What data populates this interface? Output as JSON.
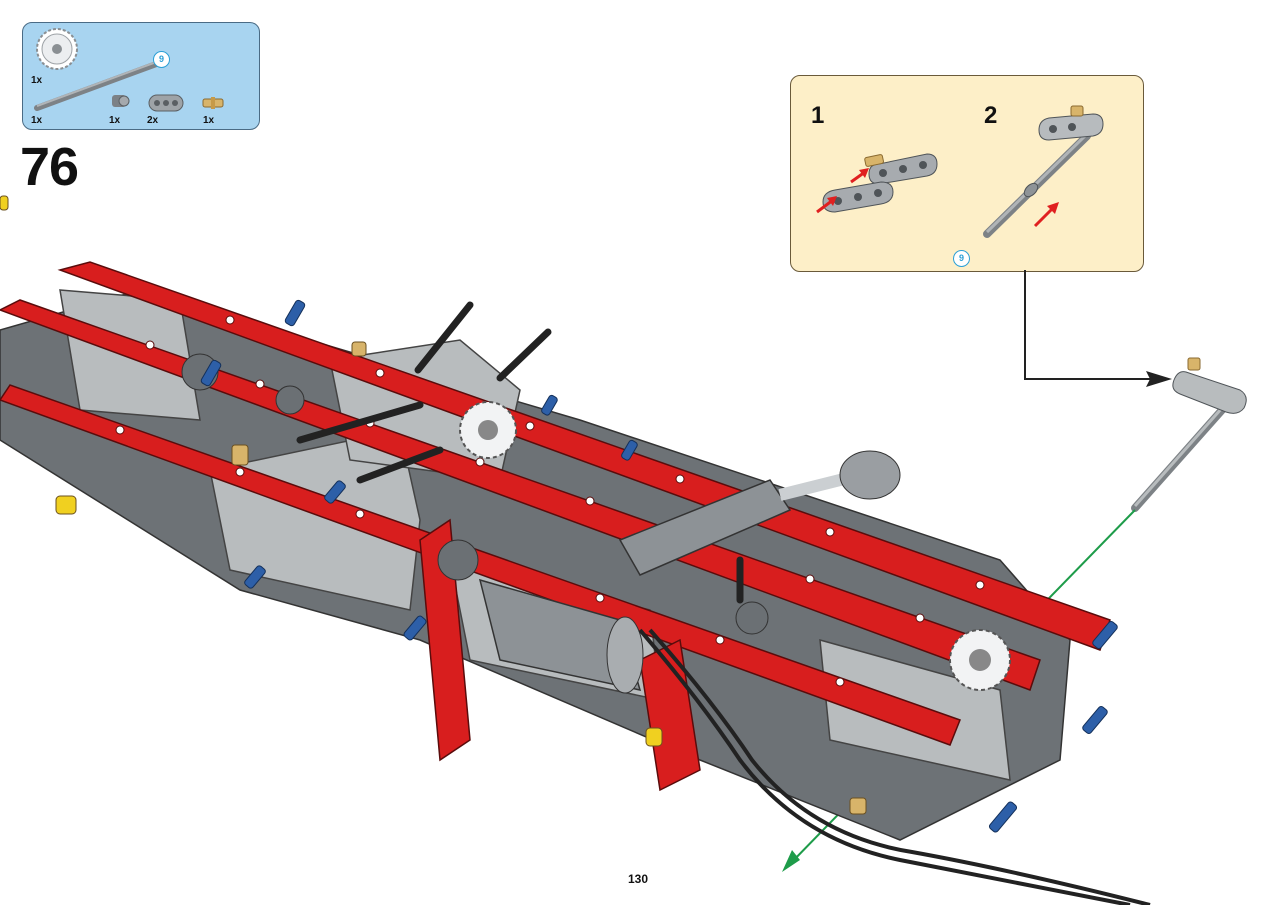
{
  "step": {
    "number": "76"
  },
  "parts_list": {
    "items": [
      {
        "name": "gear-24-tooth",
        "qty": "1x"
      },
      {
        "name": "axle-length-9",
        "qty": "1x",
        "callout": "9"
      },
      {
        "name": "bush",
        "qty": "1x"
      },
      {
        "name": "beam-3",
        "qty": "2x"
      },
      {
        "name": "axle-pin-tan",
        "qty": "1x"
      }
    ]
  },
  "subassembly": {
    "steps": [
      {
        "label": "1"
      },
      {
        "label": "2"
      }
    ],
    "axle_callout": "9"
  },
  "page": {
    "number": "130"
  },
  "colors": {
    "parts_bg": "#a8d4f0",
    "subassembly_bg": "#fdefc8",
    "beam_red": "#d81e1e",
    "arrow_red": "#e02020",
    "guide_green": "#1e9c4a",
    "pin_blue": "#2d5fa8",
    "light_gray": "#b8bcbe",
    "dark_gray": "#555a5e"
  }
}
